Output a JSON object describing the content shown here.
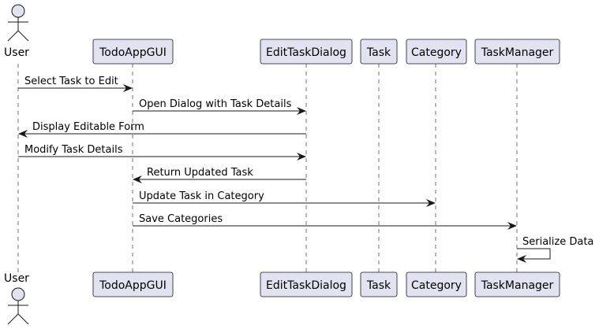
{
  "diagram": {
    "type": "sequence",
    "colors": {
      "box_fill": "#e2e2f0",
      "box_stroke": "#181818",
      "lifeline": "#181818",
      "arrow": "#181818",
      "text": "#000000",
      "background": "#ffffff"
    },
    "participants": [
      {
        "id": "user",
        "label": "User",
        "kind": "actor"
      },
      {
        "id": "gui",
        "label": "TodoAppGUI",
        "kind": "participant"
      },
      {
        "id": "dlg",
        "label": "EditTaskDialog",
        "kind": "participant"
      },
      {
        "id": "task",
        "label": "Task",
        "kind": "participant"
      },
      {
        "id": "cat",
        "label": "Category",
        "kind": "participant"
      },
      {
        "id": "mgr",
        "label": "TaskManager",
        "kind": "participant"
      }
    ],
    "messages": [
      {
        "from": "user",
        "to": "gui",
        "label": "Select Task to Edit"
      },
      {
        "from": "gui",
        "to": "dlg",
        "label": "Open Dialog with Task Details"
      },
      {
        "from": "dlg",
        "to": "user",
        "label": "Display Editable Form"
      },
      {
        "from": "user",
        "to": "dlg",
        "label": "Modify Task Details"
      },
      {
        "from": "dlg",
        "to": "gui",
        "label": "Return Updated Task"
      },
      {
        "from": "gui",
        "to": "cat",
        "label": "Update Task in Category"
      },
      {
        "from": "gui",
        "to": "mgr",
        "label": "Save Categories"
      },
      {
        "from": "mgr",
        "to": "mgr",
        "label": "Serialize Data"
      }
    ]
  }
}
